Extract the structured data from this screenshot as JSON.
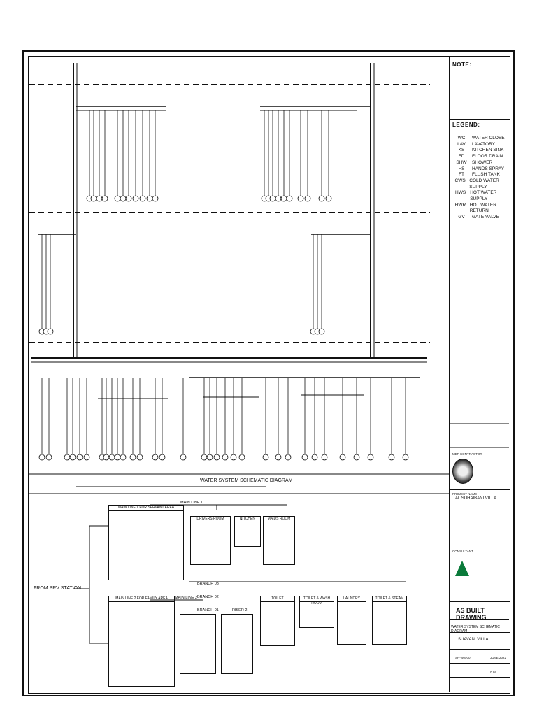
{
  "sheet": {
    "note_label": "NOTE:",
    "legend_label": "LEGEND:",
    "legend": [
      {
        "abbr": "WC",
        "desc": "WATER CLOSET"
      },
      {
        "abbr": "LAV",
        "desc": "LAVATORY"
      },
      {
        "abbr": "KS",
        "desc": "KITCHEN SINK"
      },
      {
        "abbr": "FD",
        "desc": "FLOOR DRAIN"
      },
      {
        "abbr": "SHW",
        "desc": "SHOWER"
      },
      {
        "abbr": "HS",
        "desc": "HANDS SPRAY"
      },
      {
        "abbr": "FT",
        "desc": "FLUSH TANK"
      },
      {
        "abbr": "CWS",
        "desc": "COLD WATER SUPPLY"
      },
      {
        "abbr": "HWS",
        "desc": "HOT WATER SUPPLY"
      },
      {
        "abbr": "HWR",
        "desc": "HOT WATER RETURN"
      },
      {
        "abbr": "GV",
        "desc": "GATE VALVE"
      }
    ],
    "contractor_label": "MEP CONTRACTOR",
    "project_label": "PROJECT NAME",
    "project_name": "AL SUHAIBANI VILLA",
    "consultant_label": "CONSULTANT",
    "drawing_status": "AS BUILT DRAWING",
    "drawing_title": "WATER SYSTEM SCHEMATIC DIAGRAM",
    "location": "SUAVANI VILLA",
    "drawing_no": "SH-WS-00",
    "date": "JUNE 2022",
    "scale": "NTS"
  },
  "diagram": {
    "title": "WATER SYSTEM SCHEMATIC DIAGRAM",
    "source": "FROM PRV STATION",
    "main_line_1": "MAIN LINE 1",
    "main_line_2": "MAIN LINE 2",
    "branch_01": "BRANCH 01",
    "branch_02": "BRANCH 02",
    "branch_03": "BRANCH 03",
    "riser_2": "RISER 2",
    "table_a": "MAIN LINE 1 FOR SERVANT AREA",
    "table_b": "MAIN LINE 2 FOR FAMILY AREA",
    "rooms_top": [
      "DRIVERS ROOM",
      "KITCHEN",
      "MAIDS ROOM"
    ],
    "rooms_bottom": [
      "TOILET",
      "TOILET & WASH ROOM",
      "LAUNDRY",
      "TOILET & STEAM"
    ]
  }
}
